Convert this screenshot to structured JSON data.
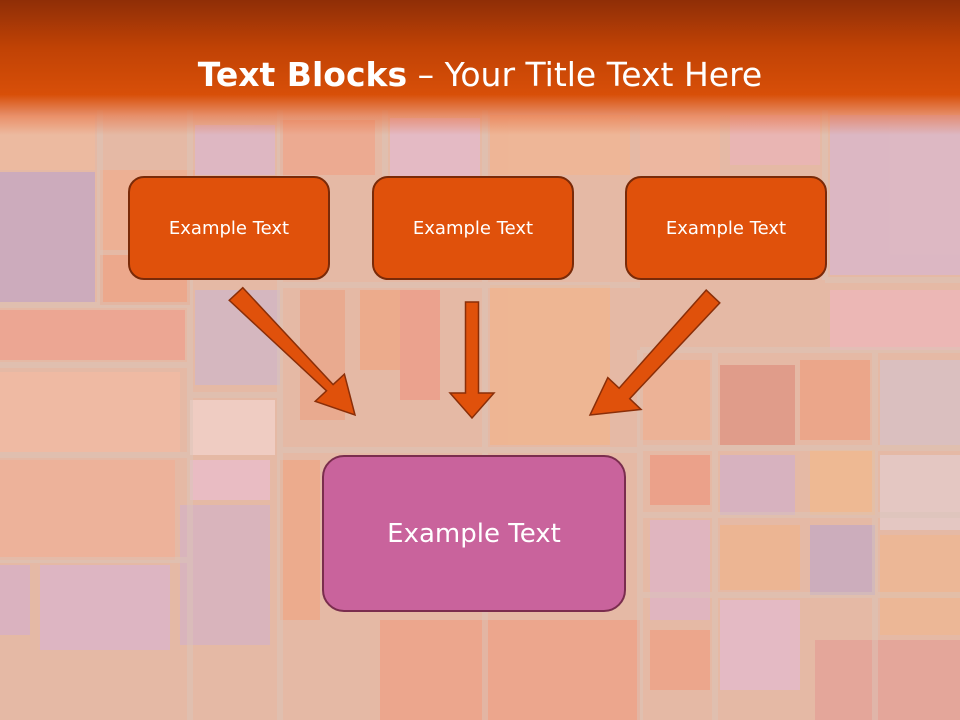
{
  "title": {
    "bold": "Text Blocks",
    "separator": " – ",
    "rest": "Your Title Text Here"
  },
  "blocks": {
    "left": "Example Text",
    "middle": "Example Text",
    "right": "Example Text",
    "bottom": "Example Text"
  },
  "colors": {
    "header": "#c04205",
    "block_fill": "#e0510b",
    "block_border": "#7a2a08",
    "bottom_fill": "#c9639c",
    "bottom_border": "#7a2d4e",
    "arrow_fill": "#e0510b",
    "arrow_stroke": "#8a2e08"
  }
}
